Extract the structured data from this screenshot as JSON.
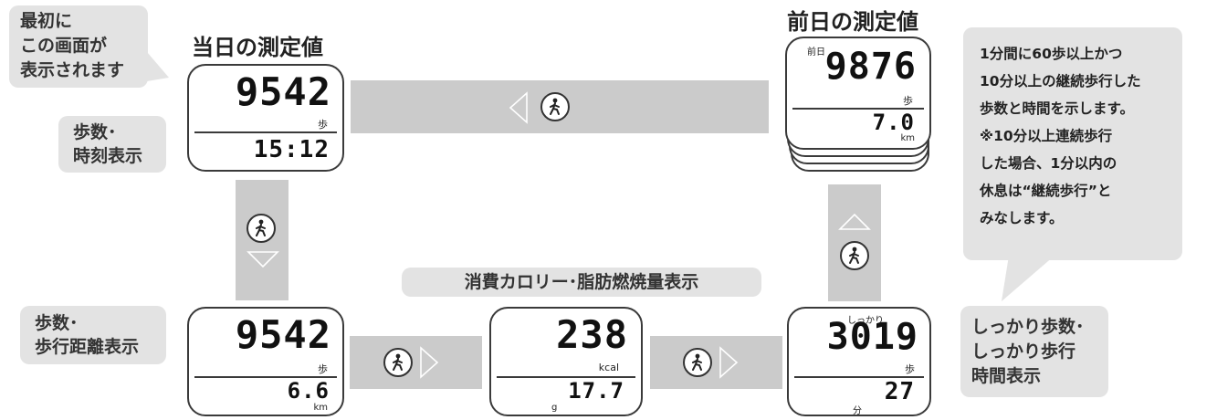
{
  "callout_first": {
    "lines": [
      "最初に",
      "この画面が",
      "表示されます"
    ]
  },
  "heading_today": "当日の測定値",
  "heading_previous": "前日の測定値",
  "heading_calorie": "消費カロリー･脂肪燃焼量表示",
  "label_steps_time": {
    "lines": [
      "歩数･",
      "時刻表示"
    ]
  },
  "label_steps_distance": {
    "lines": [
      "歩数･",
      "歩行距離表示"
    ]
  },
  "label_firm": {
    "lines": [
      "しっかり歩数･",
      "しっかり歩行",
      "時間表示"
    ]
  },
  "note": {
    "lines": [
      "1分間に60歩以上かつ",
      "10分以上の継続歩行した",
      "歩数と時間を示します。",
      "※10分以上連続歩行",
      "した場合、1分以内の",
      "休息は“継続歩行”と",
      "みなします。"
    ]
  },
  "screens": {
    "today_time": {
      "top": "9542",
      "top_unit": "歩",
      "bottom": "15:12"
    },
    "previous": {
      "tag": "前日",
      "top": "9876",
      "top_unit": "歩",
      "bottom": "7.0",
      "bottom_unit": "km"
    },
    "distance": {
      "top": "9542",
      "top_unit": "歩",
      "bottom": "6.6",
      "bottom_unit": "km"
    },
    "calorie": {
      "top": "238",
      "top_unit": "kcal",
      "bottom": "17.7",
      "bottom_unit": "g"
    },
    "firm": {
      "tag": "しっかり",
      "top": "3019",
      "top_unit": "歩",
      "bottom": "27",
      "bottom_unit": "分"
    }
  },
  "icons": {
    "walk": "walking-person-icon",
    "arrow": "triangle-arrow-icon"
  },
  "colors": {
    "band": "#cbcbcb",
    "box": "#e3e3e3",
    "outline": "#3a3a3a"
  }
}
